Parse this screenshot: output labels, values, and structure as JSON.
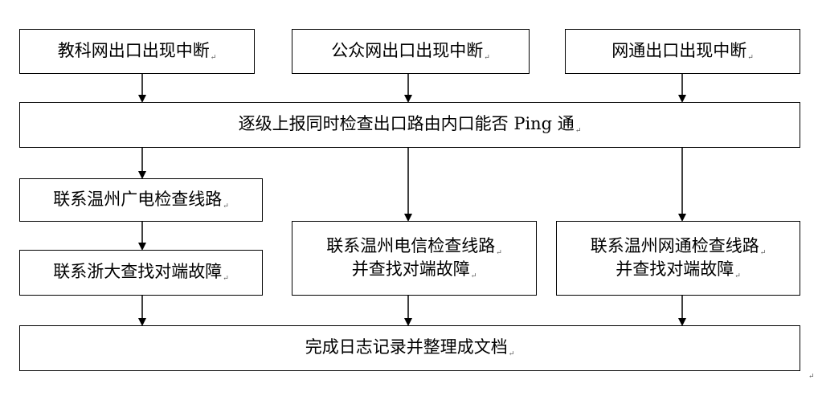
{
  "nodes": {
    "top_left": "教科网出口出现中断",
    "top_mid": "公众网出口出现中断",
    "top_right": "网通出口出现中断",
    "report": "逐级上报同时检查出口路由内口能否 Ping 通",
    "left_1": "联系温州广电检查线路",
    "left_2": "联系浙大查找对端故障",
    "mid_line1": "联系温州电信检查线路",
    "mid_line2": "并查找对端故障",
    "right_line1": "联系温州网通检查线路",
    "right_line2": "并查找对端故障",
    "final": "完成日志记录并整理成文档"
  },
  "paragraph_mark": "↵"
}
